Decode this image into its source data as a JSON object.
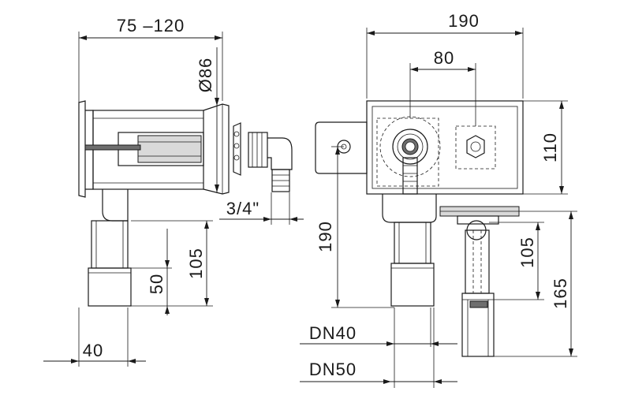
{
  "dimensions": {
    "left_width": "75 –120",
    "left_diameter": "Ø86",
    "left_thread": "3/4\"",
    "left_height_105": "105",
    "left_height_50": "50",
    "left_pipe_40": "40",
    "front_width_190": "190",
    "front_spacing_80": "80",
    "front_height_110": "110",
    "front_height_190": "190",
    "side_height_105": "105",
    "side_height_165": "165",
    "dn40": "DN40",
    "dn50": "DN50"
  }
}
